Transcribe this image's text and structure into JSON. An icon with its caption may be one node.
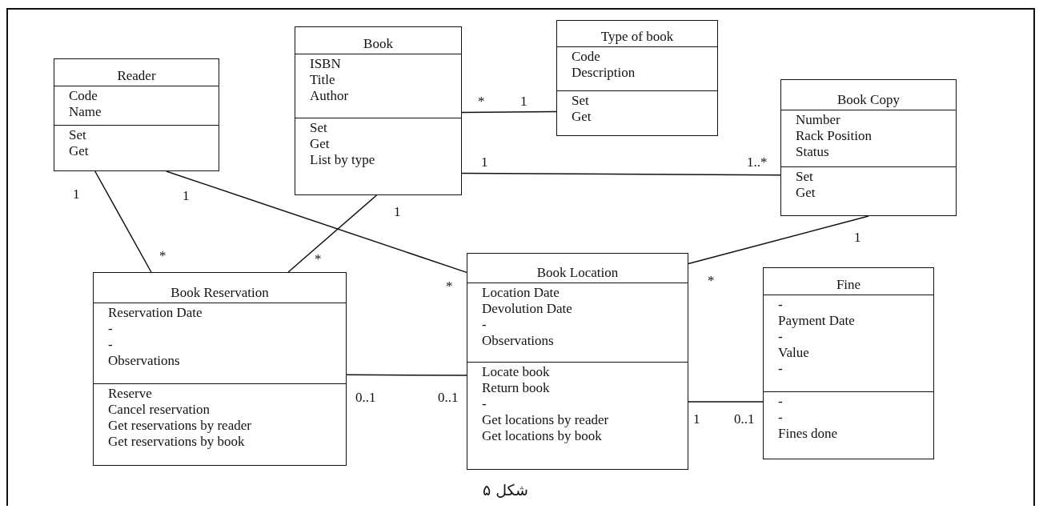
{
  "diagram": {
    "caption": "شکل ۵",
    "nodes": [
      {
        "text": [
          "Reader"
        ]
      },
      {
        "text": [
          "Code",
          "Name"
        ],
        "in": 0
      },
      {
        "text": [
          "Set",
          "Get"
        ],
        "in": 0
      },
      {
        "text": [
          "Book"
        ]
      },
      {
        "text": [
          "ISBN",
          "Title",
          "Author"
        ],
        "in": 3
      },
      {
        "text": [
          "Set",
          "Get",
          "List by type"
        ],
        "in": 3
      },
      {
        "text": [
          "Type of book"
        ]
      },
      {
        "text": [
          "Code",
          "Description"
        ],
        "in": 6
      },
      {
        "text": [
          "Set",
          "Get"
        ],
        "in": 6
      },
      {
        "text": [
          "Book Copy"
        ]
      },
      {
        "text": [
          "Number",
          "Rack Position",
          "Status"
        ],
        "in": 9
      },
      {
        "text": [
          "Set",
          "Get"
        ],
        "in": 9
      },
      {
        "text": [
          "Book Reservation"
        ]
      },
      {
        "text": [
          "Reservation Date",
          "-",
          "-",
          "Observations"
        ],
        "in": 12
      },
      {
        "text": [
          "Reserve",
          "Cancel reservation",
          "Get reservations by reader",
          "Get reservations by book"
        ],
        "in": 12
      },
      {
        "text": [
          "Book Location"
        ]
      },
      {
        "text": [
          "Location Date",
          "Devolution Date",
          "-",
          "Observations"
        ],
        "in": 15
      },
      {
        "text": [
          "Locate book",
          "Return book",
          "-",
          "Get locations by reader",
          "Get locations by book"
        ],
        "in": 15
      },
      {
        "text": [
          "Fine"
        ]
      },
      {
        "text": [
          "-",
          "Payment Date",
          "-",
          "Value",
          "-"
        ],
        "in": 18
      },
      {
        "text": [
          "-",
          "-",
          "Fines done"
        ],
        "in": 18
      }
    ],
    "edges": [
      {
        "from": 3,
        "to": 6,
        "arrow": "none"
      },
      {
        "from": 3,
        "to": 9,
        "arrow": "none"
      },
      {
        "from": 0,
        "to": 12,
        "arrow": "none"
      },
      {
        "from": 0,
        "to": 15,
        "arrow": "none"
      },
      {
        "from": 3,
        "to": 12,
        "arrow": "none"
      },
      {
        "from": 9,
        "to": 15,
        "arrow": "none"
      },
      {
        "from": 12,
        "to": 15,
        "arrow": "none"
      },
      {
        "from": 15,
        "to": 18,
        "arrow": "none"
      }
    ],
    "labels": [
      "*",
      "1",
      "1",
      "1..*",
      "1",
      "1",
      "1",
      "*",
      "*",
      "1",
      "*",
      "*",
      "0..1",
      "0..1",
      "1",
      "0..1"
    ]
  }
}
